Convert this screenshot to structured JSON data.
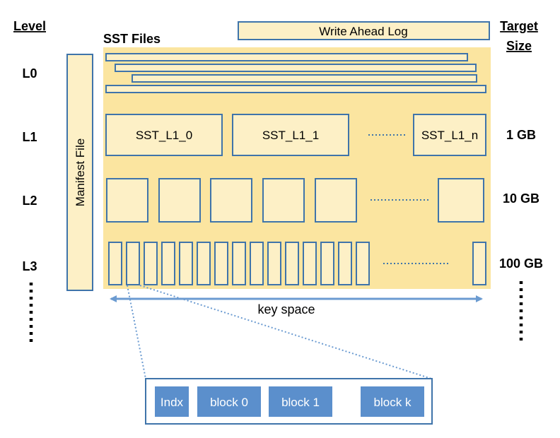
{
  "headers": {
    "level": "Level",
    "target_size_line1": "Target",
    "target_size_line2": "Size",
    "sst_files": "SST Files"
  },
  "wal": {
    "label": "Write Ahead Log"
  },
  "manifest": {
    "label": "Manifest File"
  },
  "levels": [
    {
      "label": "L0",
      "size": ""
    },
    {
      "label": "L1",
      "size": "1 GB"
    },
    {
      "label": "L2",
      "size": "10 GB"
    },
    {
      "label": "L3",
      "size": "100 GB"
    }
  ],
  "l1_files": [
    "SST_L1_0",
    "SST_L1_1",
    "SST_L1_n"
  ],
  "key_space": {
    "label": "key space"
  },
  "sst_detail": {
    "blocks": [
      "Indx",
      "block 0",
      "block 1",
      "block k"
    ]
  },
  "colors": {
    "region_fill": "#fbe5a0",
    "box_fill": "#fdf0c6",
    "stroke_blue": "#3f74aa",
    "arrow_blue": "#6b9bd1",
    "block_fill": "#5b8fcc",
    "block_text": "#ffffff",
    "text": "#000000"
  }
}
